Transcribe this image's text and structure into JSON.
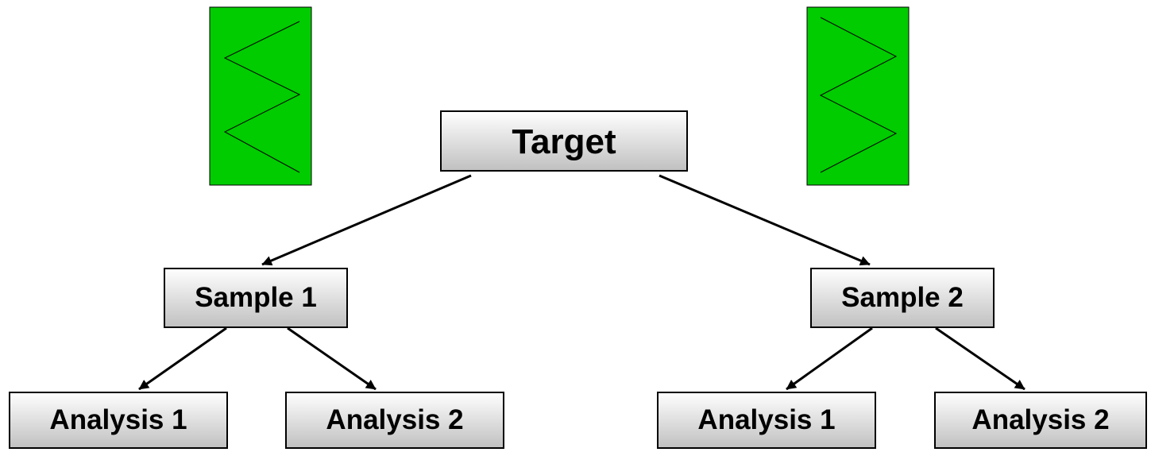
{
  "diagram": {
    "nodes": {
      "target": "Target",
      "sample_1": "Sample 1",
      "sample_2": "Sample 2",
      "s1_analysis_1": "Analysis 1",
      "s1_analysis_2": "Analysis 2",
      "s2_analysis_1": "Analysis 1",
      "s2_analysis_2": "Analysis 2"
    },
    "edges": [
      [
        "target",
        "sample_1"
      ],
      [
        "target",
        "sample_2"
      ],
      [
        "sample_1",
        "s1_analysis_1"
      ],
      [
        "sample_1",
        "s1_analysis_2"
      ],
      [
        "sample_2",
        "s2_analysis_1"
      ],
      [
        "sample_2",
        "s2_analysis_2"
      ]
    ],
    "zigzag_icons": [
      {
        "name": "zigzag-icon-left",
        "fill": "#00cc00"
      },
      {
        "name": "zigzag-icon-right",
        "fill": "#00cc00"
      }
    ],
    "colors": {
      "box_gradient_top": "#ffffff",
      "box_gradient_bottom": "#c0c0c0",
      "box_border": "#000000",
      "arrow": "#000000",
      "zigzag_fill": "#00cc00"
    }
  }
}
